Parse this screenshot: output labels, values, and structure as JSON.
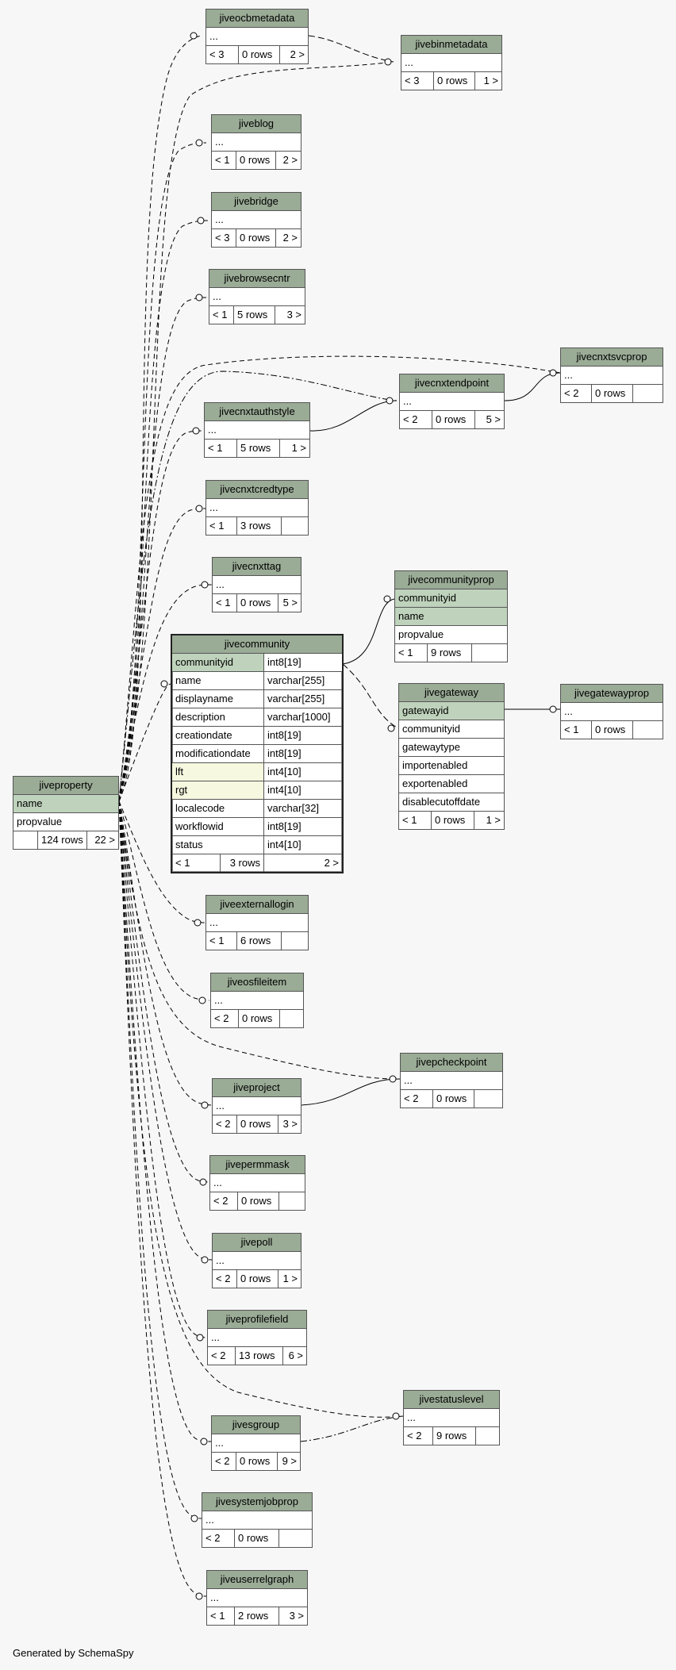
{
  "footer": "Generated by SchemaSpy",
  "tables": {
    "jiveocbmetadata": {
      "name": "jiveocbmetadata",
      "cols": [
        "..."
      ],
      "stats": [
        "< 3",
        "0 rows",
        "2 >"
      ]
    },
    "jivebinmetadata": {
      "name": "jivebinmetadata",
      "cols": [
        "..."
      ],
      "stats": [
        "< 3",
        "0 rows",
        "1 >"
      ]
    },
    "jiveblog": {
      "name": "jiveblog",
      "cols": [
        "..."
      ],
      "stats": [
        "< 1",
        "0 rows",
        "2 >"
      ]
    },
    "jivebridge": {
      "name": "jivebridge",
      "cols": [
        "..."
      ],
      "stats": [
        "< 3",
        "0 rows",
        "2 >"
      ]
    },
    "jivebrowsecntr": {
      "name": "jivebrowsecntr",
      "cols": [
        "..."
      ],
      "stats": [
        "< 1",
        "5 rows",
        "3 >"
      ]
    },
    "jivecnxtsvcprop": {
      "name": "jivecnxtsvcprop",
      "cols": [
        "..."
      ],
      "stats": [
        "< 2",
        "0 rows",
        ""
      ]
    },
    "jivecnxtendpoint": {
      "name": "jivecnxtendpoint",
      "cols": [
        "..."
      ],
      "stats": [
        "< 2",
        "0 rows",
        "5 >"
      ]
    },
    "jivecnxtauthstyle": {
      "name": "jivecnxtauthstyle",
      "cols": [
        "..."
      ],
      "stats": [
        "< 1",
        "5 rows",
        "1 >"
      ]
    },
    "jivecnxtcredtype": {
      "name": "jivecnxtcredtype",
      "cols": [
        "..."
      ],
      "stats": [
        "< 1",
        "3 rows",
        ""
      ]
    },
    "jivecnxttag": {
      "name": "jivecnxttag",
      "cols": [
        "..."
      ],
      "stats": [
        "< 1",
        "0 rows",
        "5 >"
      ]
    },
    "jivecommunityprop": {
      "name": "jivecommunityprop",
      "cols": [
        "communityid",
        "name",
        "propvalue"
      ],
      "stats": [
        "< 1",
        "9 rows",
        ""
      ]
    },
    "jivecommunity": {
      "name": "jivecommunity",
      "cols": [
        {
          "name": "communityid",
          "type": "int8[19]"
        },
        {
          "name": "name",
          "type": "varchar[255]"
        },
        {
          "name": "displayname",
          "type": "varchar[255]"
        },
        {
          "name": "description",
          "type": "varchar[1000]"
        },
        {
          "name": "creationdate",
          "type": "int8[19]"
        },
        {
          "name": "modificationdate",
          "type": "int8[19]"
        },
        {
          "name": "lft",
          "type": "int4[10]"
        },
        {
          "name": "rgt",
          "type": "int4[10]"
        },
        {
          "name": "localecode",
          "type": "varchar[32]"
        },
        {
          "name": "workflowid",
          "type": "int8[19]"
        },
        {
          "name": "status",
          "type": "int4[10]"
        }
      ],
      "stats": [
        "< 1",
        "3 rows",
        "2 >"
      ]
    },
    "jivegateway": {
      "name": "jivegateway",
      "cols": [
        "gatewayid",
        "communityid",
        "gatewaytype",
        "importenabled",
        "exportenabled",
        "disablecutoffdate"
      ],
      "stats": [
        "< 1",
        "0 rows",
        "1 >"
      ]
    },
    "jivegatewayprop": {
      "name": "jivegatewayprop",
      "cols": [
        "..."
      ],
      "stats": [
        "< 1",
        "0 rows",
        ""
      ]
    },
    "jiveproperty": {
      "name": "jiveproperty",
      "cols": [
        "name",
        "propvalue"
      ],
      "stats": [
        "",
        "124 rows",
        "22 >"
      ]
    },
    "jiveexternallogin": {
      "name": "jiveexternallogin",
      "cols": [
        "..."
      ],
      "stats": [
        "< 1",
        "6 rows",
        ""
      ]
    },
    "jiveosfileitem": {
      "name": "jiveosfileitem",
      "cols": [
        "..."
      ],
      "stats": [
        "< 2",
        "0 rows",
        ""
      ]
    },
    "jivepcheckpoint": {
      "name": "jivepcheckpoint",
      "cols": [
        "..."
      ],
      "stats": [
        "< 2",
        "0 rows",
        ""
      ]
    },
    "jiveproject": {
      "name": "jiveproject",
      "cols": [
        "..."
      ],
      "stats": [
        "< 2",
        "0 rows",
        "3 >"
      ]
    },
    "jivepermmask": {
      "name": "jivepermmask",
      "cols": [
        "..."
      ],
      "stats": [
        "< 2",
        "0 rows",
        ""
      ]
    },
    "jivepoll": {
      "name": "jivepoll",
      "cols": [
        "..."
      ],
      "stats": [
        "< 2",
        "0 rows",
        "1 >"
      ]
    },
    "jiveprofilefield": {
      "name": "jiveprofilefield",
      "cols": [
        "..."
      ],
      "stats": [
        "< 2",
        "13 rows",
        "6 >"
      ]
    },
    "jivestatuslevel": {
      "name": "jivestatuslevel",
      "cols": [
        "..."
      ],
      "stats": [
        "< 2",
        "9 rows",
        ""
      ]
    },
    "jivesgroup": {
      "name": "jivesgroup",
      "cols": [
        "..."
      ],
      "stats": [
        "< 2",
        "0 rows",
        "9 >"
      ]
    },
    "jivesystemjobprop": {
      "name": "jivesystemjobprop",
      "cols": [
        "..."
      ],
      "stats": [
        "< 2",
        "0 rows",
        ""
      ]
    },
    "jiveuserrelgraph": {
      "name": "jiveuserrelgraph",
      "cols": [
        "..."
      ],
      "stats": [
        "< 1",
        "2 rows",
        "3 >"
      ]
    }
  },
  "colors": {
    "header": "#9aab96",
    "key": "#bfd3bc",
    "index": "#f6f8df",
    "background": "#f7f7f7"
  }
}
